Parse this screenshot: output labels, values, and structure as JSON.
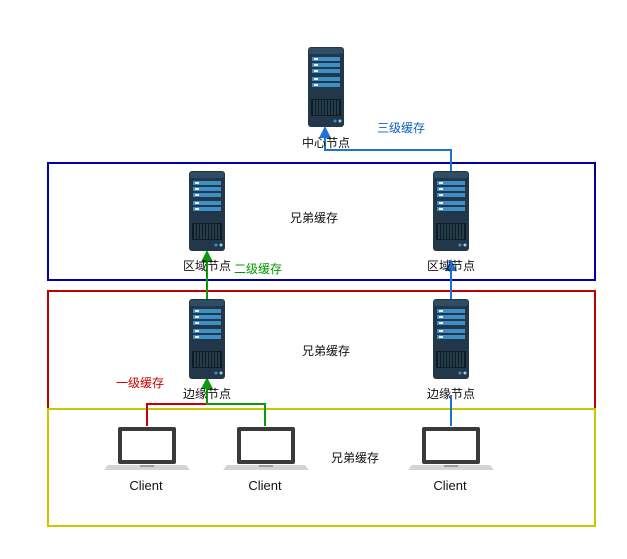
{
  "nodes": {
    "center": {
      "label": "中心节点"
    },
    "region_left": {
      "label": "区域节点"
    },
    "region_right": {
      "label": "区域节点"
    },
    "edge_left": {
      "label": "边缘节点"
    },
    "edge_right": {
      "label": "边缘节点"
    },
    "clients": [
      {
        "label": "Client"
      },
      {
        "label": "Client"
      },
      {
        "label": "Client"
      }
    ]
  },
  "layers": {
    "region": {
      "label": "兄弟缓存",
      "color": "#0000aa"
    },
    "edge": {
      "label": "兄弟缓存",
      "color": "#c00000"
    },
    "client": {
      "label": "兄弟缓存",
      "color": "#c8c800"
    }
  },
  "cache_labels": {
    "level1": {
      "text": "一级缓存",
      "color": "#cc0000"
    },
    "level2": {
      "text": "二级缓存",
      "color": "#009900"
    },
    "level3": {
      "text": "三级缓存",
      "color": "#1060c0"
    }
  },
  "colors": {
    "server_body": "#22384a",
    "server_stripe": "#3d8fc4",
    "laptop_frame": "#3a3a3a",
    "arrow_blue": "#1e72d6",
    "arrow_green": "#0a9a0a",
    "arrow_red": "#cc0000"
  },
  "icons": {
    "server": "server-icon",
    "laptop": "laptop-icon"
  }
}
